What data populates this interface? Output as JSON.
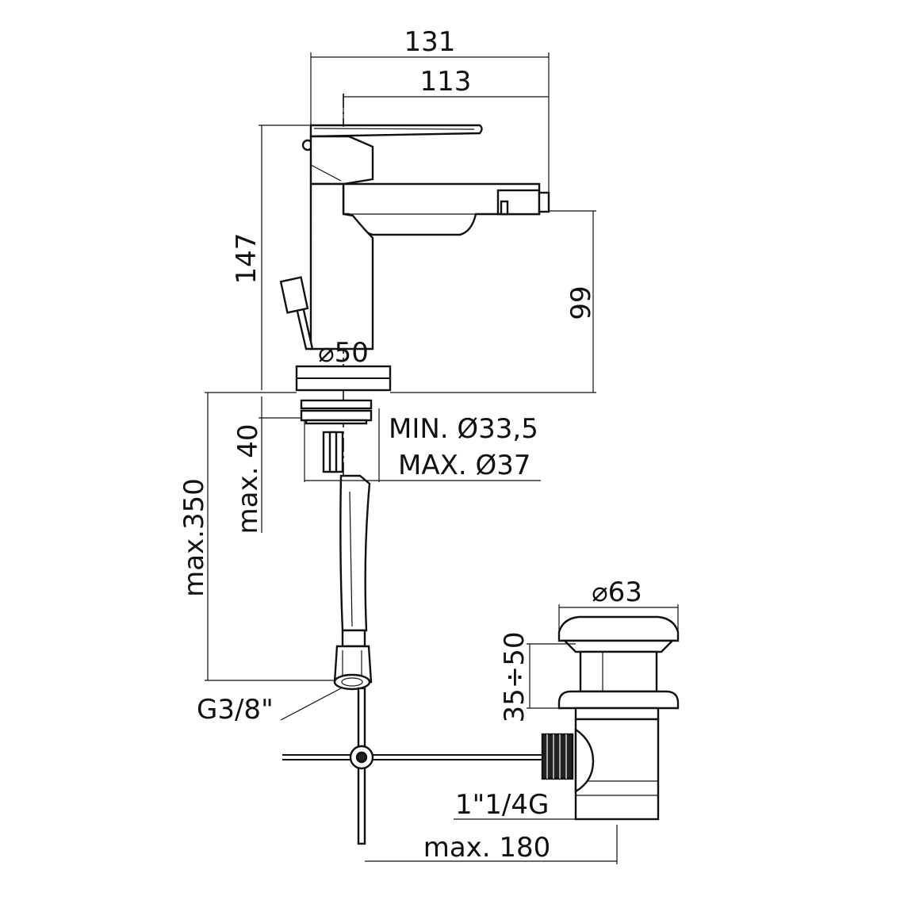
{
  "dimensions": {
    "overall_width": "131",
    "spout_reach": "113",
    "height": "147",
    "outlet_height": "99",
    "base_diameter": "⌀50",
    "hole_min": "MIN. Ø33,5",
    "hole_max": "MAX. Ø37",
    "max_deck": "max. 40",
    "max_hose": "max.350",
    "hose_thread": "G3/8\"",
    "waste_diameter": "⌀63",
    "waste_height": "35÷50",
    "waste_thread": "1\"1/4G",
    "max_rod": "max. 180"
  }
}
